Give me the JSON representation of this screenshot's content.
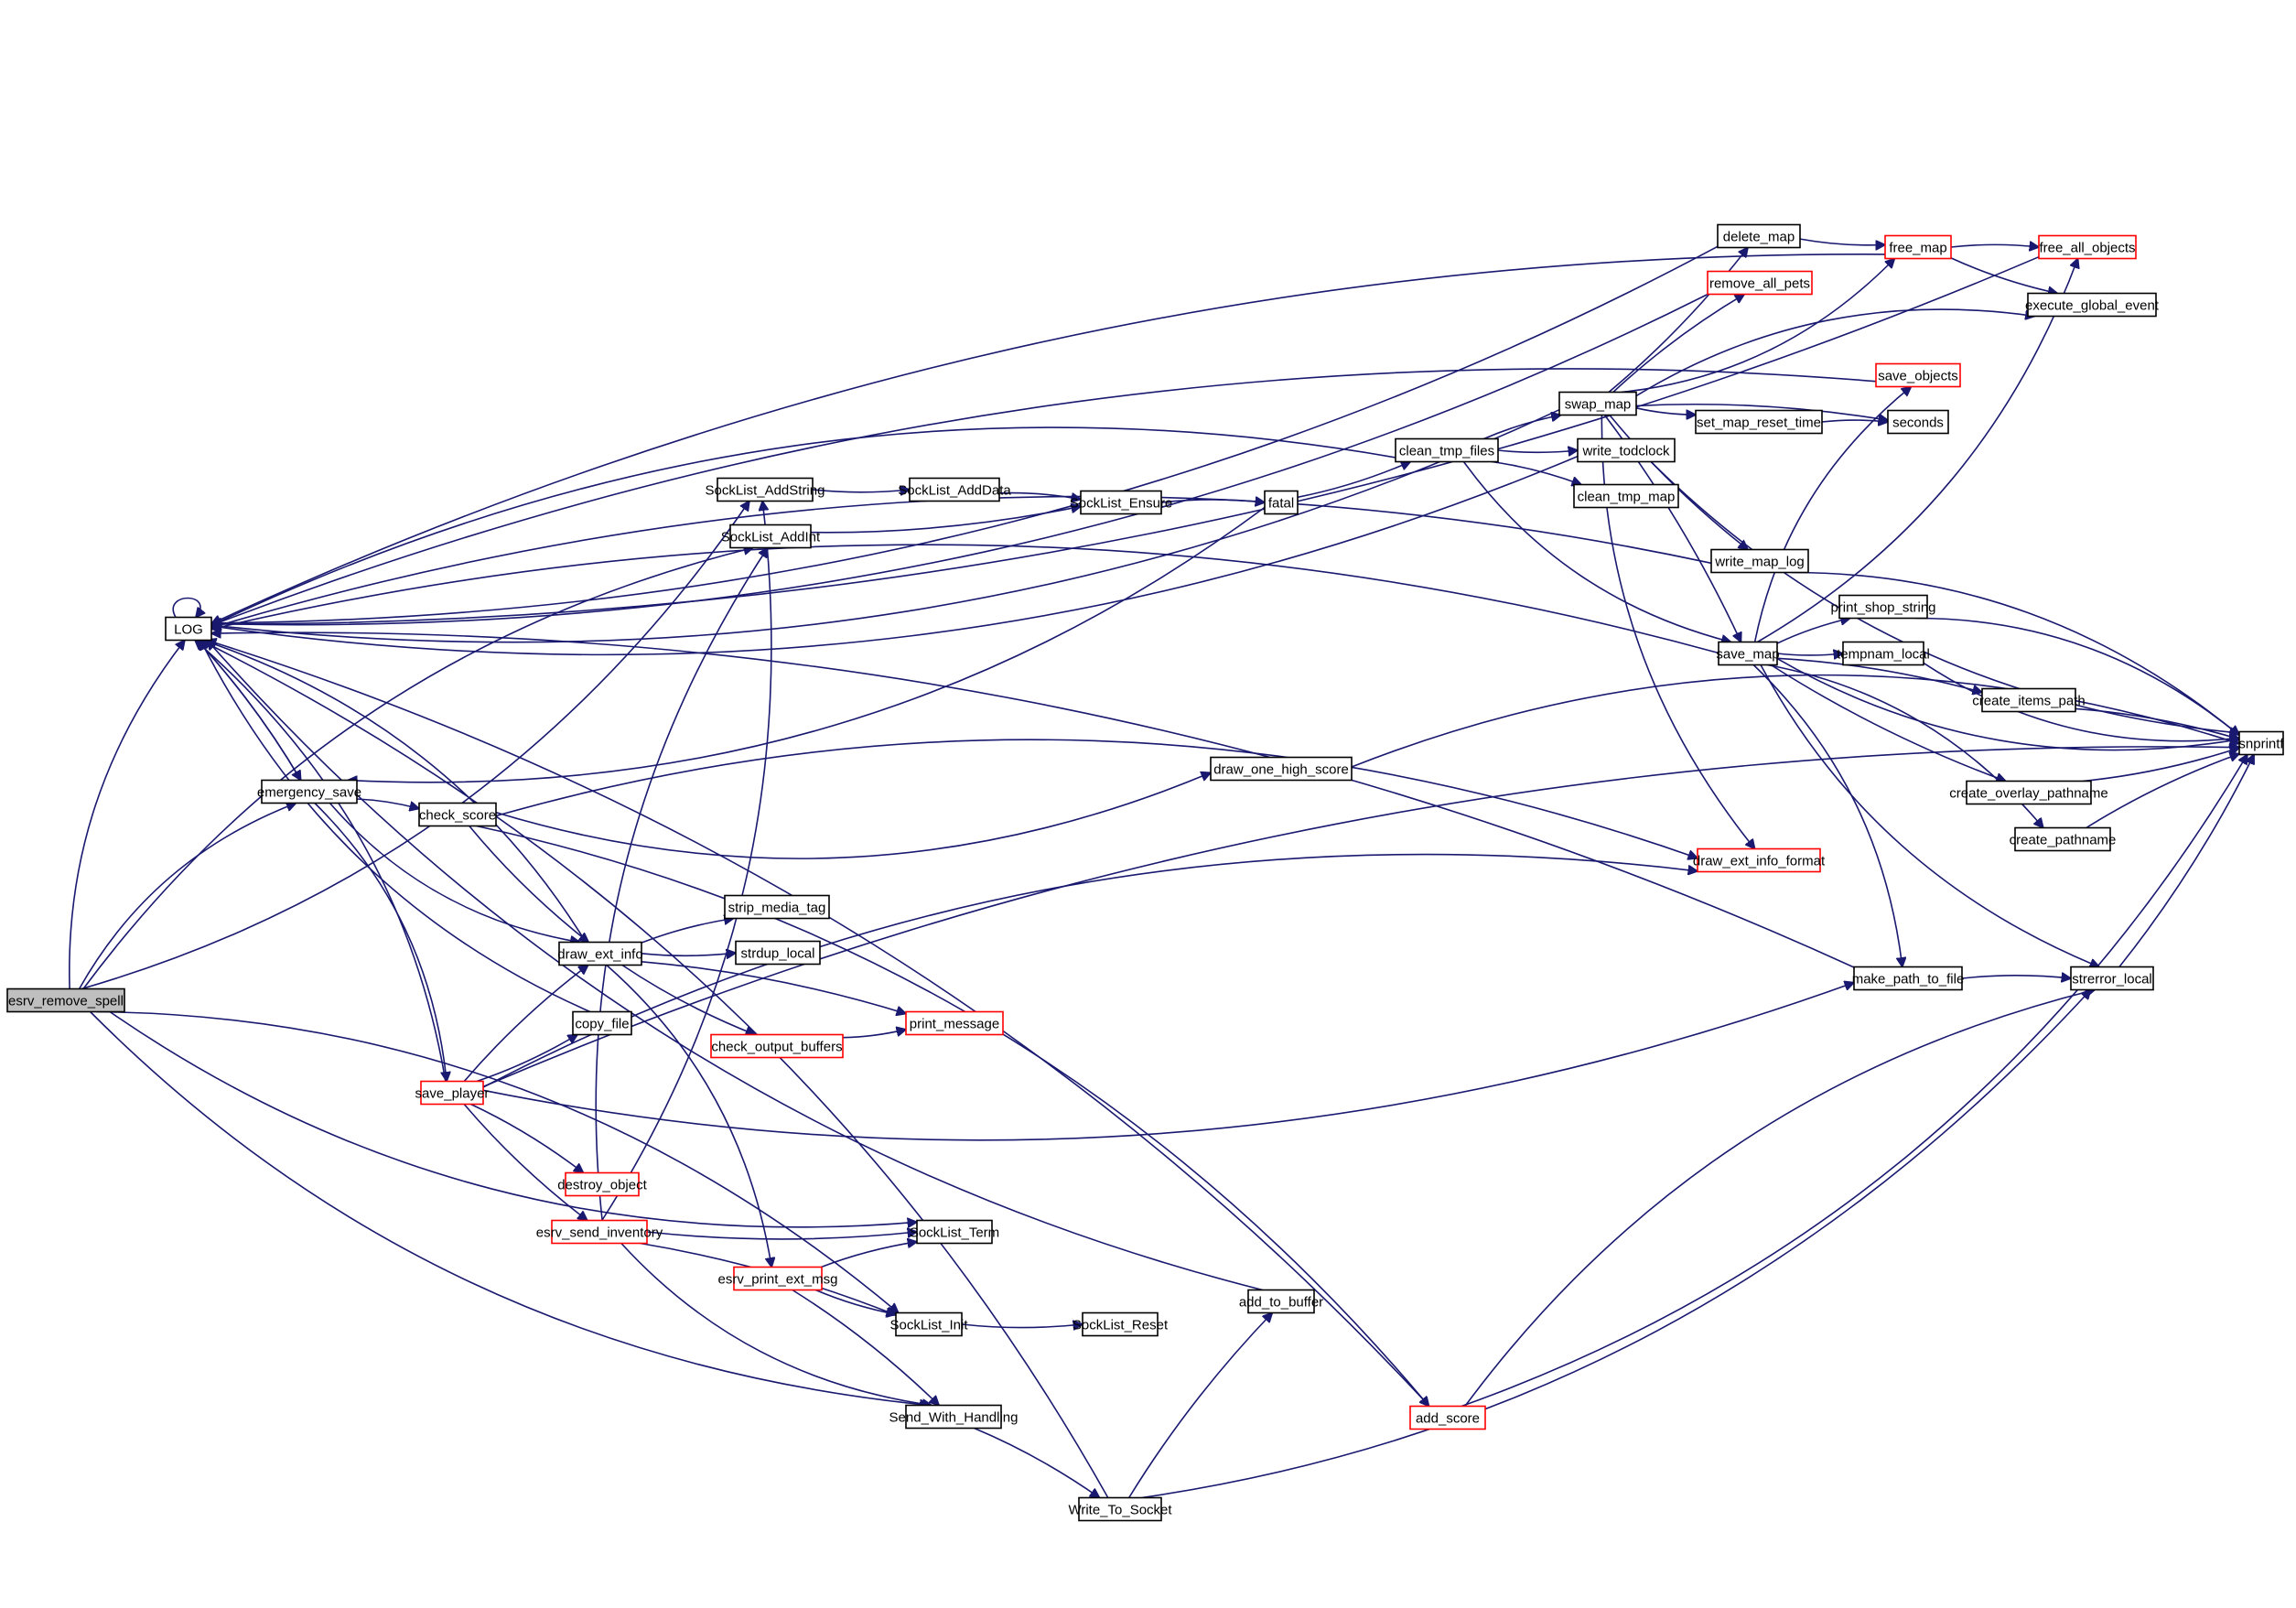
{
  "title": "Call graph for esrv_remove_spell",
  "colors": {
    "edge": "#191970",
    "node_border": "#000000",
    "truncated_border": "#ff0000",
    "root_fill": "#bfbfbf"
  },
  "nodes": [
    {
      "id": "esrv_remove_spell",
      "label": "esrv_remove_spell",
      "style": "root"
    },
    {
      "id": "LOG",
      "label": "LOG",
      "style": "normal"
    },
    {
      "id": "emergency_save",
      "label": "emergency_save",
      "style": "normal"
    },
    {
      "id": "check_score",
      "label": "check_score",
      "style": "normal"
    },
    {
      "id": "draw_ext_info",
      "label": "draw_ext_info",
      "style": "normal"
    },
    {
      "id": "copy_file",
      "label": "copy_file",
      "style": "normal"
    },
    {
      "id": "save_player",
      "label": "save_player",
      "style": "truncated"
    },
    {
      "id": "destroy_object",
      "label": "destroy_object",
      "style": "truncated"
    },
    {
      "id": "esrv_send_inventory",
      "label": "esrv_send_inventory",
      "style": "truncated"
    },
    {
      "id": "esrv_print_ext_msg",
      "label": "esrv_print_ext_msg",
      "style": "truncated"
    },
    {
      "id": "SockList_AddString",
      "label": "SockList_AddString",
      "style": "normal"
    },
    {
      "id": "SockList_AddInt",
      "label": "SockList_AddInt",
      "style": "normal"
    },
    {
      "id": "SockList_AddData",
      "label": "SockList_AddData",
      "style": "normal"
    },
    {
      "id": "SockList_Ensure",
      "label": "SockList_Ensure",
      "style": "normal"
    },
    {
      "id": "fatal",
      "label": "fatal",
      "style": "normal"
    },
    {
      "id": "strip_media_tag",
      "label": "strip_media_tag",
      "style": "normal"
    },
    {
      "id": "strdup_local",
      "label": "strdup_local",
      "style": "normal"
    },
    {
      "id": "check_output_buffers",
      "label": "check_output_buffers",
      "style": "truncated"
    },
    {
      "id": "print_message",
      "label": "print_message",
      "style": "truncated"
    },
    {
      "id": "SockList_Term",
      "label": "SockList_Term",
      "style": "normal"
    },
    {
      "id": "SockList_Init",
      "label": "SockList_Init",
      "style": "normal"
    },
    {
      "id": "SockList_Reset",
      "label": "SockList_Reset",
      "style": "normal"
    },
    {
      "id": "Send_With_Handling",
      "label": "Send_With_Handling",
      "style": "normal"
    },
    {
      "id": "Write_To_Socket",
      "label": "Write_To_Socket",
      "style": "normal"
    },
    {
      "id": "add_to_buffer",
      "label": "add_to_buffer",
      "style": "normal"
    },
    {
      "id": "add_score",
      "label": "add_score",
      "style": "truncated"
    },
    {
      "id": "draw_one_high_score",
      "label": "draw_one_high_score",
      "style": "normal"
    },
    {
      "id": "clean_tmp_files",
      "label": "clean_tmp_files",
      "style": "normal"
    },
    {
      "id": "write_todclock",
      "label": "write_todclock",
      "style": "normal"
    },
    {
      "id": "clean_tmp_map",
      "label": "clean_tmp_map",
      "style": "normal"
    },
    {
      "id": "swap_map",
      "label": "swap_map",
      "style": "normal"
    },
    {
      "id": "delete_map",
      "label": "delete_map",
      "style": "normal"
    },
    {
      "id": "remove_all_pets",
      "label": "remove_all_pets",
      "style": "truncated"
    },
    {
      "id": "free_map",
      "label": "free_map",
      "style": "truncated"
    },
    {
      "id": "free_all_objects",
      "label": "free_all_objects",
      "style": "truncated"
    },
    {
      "id": "execute_global_event",
      "label": "execute_global_event",
      "style": "normal"
    },
    {
      "id": "save_objects",
      "label": "save_objects",
      "style": "truncated"
    },
    {
      "id": "set_map_reset_time",
      "label": "set_map_reset_time",
      "style": "normal"
    },
    {
      "id": "seconds",
      "label": "seconds",
      "style": "normal"
    },
    {
      "id": "write_map_log",
      "label": "write_map_log",
      "style": "normal"
    },
    {
      "id": "save_map",
      "label": "save_map",
      "style": "normal"
    },
    {
      "id": "print_shop_string",
      "label": "print_shop_string",
      "style": "normal"
    },
    {
      "id": "tempnam_local",
      "label": "tempnam_local",
      "style": "normal"
    },
    {
      "id": "create_items_path",
      "label": "create_items_path",
      "style": "normal"
    },
    {
      "id": "create_overlay_pathname",
      "label": "create_overlay_pathname",
      "style": "normal"
    },
    {
      "id": "create_pathname",
      "label": "create_pathname",
      "style": "normal"
    },
    {
      "id": "snprintf",
      "label": "snprintf",
      "style": "normal"
    },
    {
      "id": "draw_ext_info_format",
      "label": "draw_ext_info_format",
      "style": "truncated"
    },
    {
      "id": "make_path_to_file",
      "label": "make_path_to_file",
      "style": "normal"
    },
    {
      "id": "strerror_local",
      "label": "strerror_local",
      "style": "normal"
    }
  ],
  "edges": [
    [
      "esrv_remove_spell",
      "LOG"
    ],
    [
      "esrv_remove_spell",
      "SockList_AddString"
    ],
    [
      "esrv_remove_spell",
      "SockList_AddInt"
    ],
    [
      "esrv_remove_spell",
      "SockList_Term"
    ],
    [
      "esrv_remove_spell",
      "SockList_Init"
    ],
    [
      "esrv_remove_spell",
      "Send_With_Handling"
    ],
    [
      "esrv_remove_spell",
      "emergency_save"
    ],
    [
      "LOG",
      "LOG"
    ],
    [
      "LOG",
      "emergency_save"
    ],
    [
      "emergency_save",
      "LOG"
    ],
    [
      "emergency_save",
      "check_score"
    ],
    [
      "emergency_save",
      "draw_ext_info"
    ],
    [
      "emergency_save",
      "save_player"
    ],
    [
      "check_score",
      "draw_one_high_score"
    ],
    [
      "check_score",
      "draw_ext_info_format"
    ],
    [
      "check_score",
      "draw_ext_info"
    ],
    [
      "check_score",
      "add_score"
    ],
    [
      "draw_ext_info",
      "LOG"
    ],
    [
      "draw_ext_info",
      "strip_media_tag"
    ],
    [
      "draw_ext_info",
      "strdup_local"
    ],
    [
      "draw_ext_info",
      "print_message"
    ],
    [
      "draw_ext_info",
      "check_output_buffers"
    ],
    [
      "draw_ext_info",
      "esrv_print_ext_msg"
    ],
    [
      "check_output_buffers",
      "print_message"
    ],
    [
      "copy_file",
      "LOG"
    ],
    [
      "save_player",
      "LOG"
    ],
    [
      "save_player",
      "draw_ext_info"
    ],
    [
      "save_player",
      "copy_file"
    ],
    [
      "save_player",
      "destroy_object"
    ],
    [
      "save_player",
      "esrv_send_inventory"
    ],
    [
      "save_player",
      "draw_ext_info_format"
    ],
    [
      "save_player",
      "make_path_to_file"
    ],
    [
      "save_player",
      "snprintf"
    ],
    [
      "esrv_send_inventory",
      "SockList_AddString"
    ],
    [
      "esrv_send_inventory",
      "SockList_AddInt"
    ],
    [
      "esrv_send_inventory",
      "SockList_Term"
    ],
    [
      "esrv_send_inventory",
      "SockList_Init"
    ],
    [
      "esrv_send_inventory",
      "Send_With_Handling"
    ],
    [
      "esrv_print_ext_msg",
      "SockList_Term"
    ],
    [
      "esrv_print_ext_msg",
      "SockList_Init"
    ],
    [
      "esrv_print_ext_msg",
      "Send_With_Handling"
    ],
    [
      "SockList_AddString",
      "SockList_AddData"
    ],
    [
      "SockList_AddData",
      "SockList_Ensure"
    ],
    [
      "SockList_AddInt",
      "SockList_Ensure"
    ],
    [
      "SockList_Ensure",
      "fatal"
    ],
    [
      "fatal",
      "clean_tmp_files"
    ],
    [
      "fatal",
      "emergency_save"
    ],
    [
      "SockList_Init",
      "SockList_Reset"
    ],
    [
      "Send_With_Handling",
      "Write_To_Socket"
    ],
    [
      "Write_To_Socket",
      "LOG"
    ],
    [
      "Write_To_Socket",
      "add_to_buffer"
    ],
    [
      "Write_To_Socket",
      "strerror_local"
    ],
    [
      "add_to_buffer",
      "LOG"
    ],
    [
      "add_score",
      "LOG"
    ],
    [
      "add_score",
      "strerror_local"
    ],
    [
      "add_score",
      "snprintf"
    ],
    [
      "draw_one_high_score",
      "snprintf"
    ],
    [
      "clean_tmp_files",
      "LOG"
    ],
    [
      "clean_tmp_files",
      "swap_map"
    ],
    [
      "clean_tmp_files",
      "write_todclock"
    ],
    [
      "clean_tmp_files",
      "clean_tmp_map"
    ],
    [
      "clean_tmp_files",
      "save_map"
    ],
    [
      "write_todclock",
      "LOG"
    ],
    [
      "write_todclock",
      "snprintf"
    ],
    [
      "swap_map",
      "LOG"
    ],
    [
      "swap_map",
      "delete_map"
    ],
    [
      "swap_map",
      "remove_all_pets"
    ],
    [
      "swap_map",
      "free_map"
    ],
    [
      "swap_map",
      "execute_global_event"
    ],
    [
      "swap_map",
      "set_map_reset_time"
    ],
    [
      "swap_map",
      "seconds"
    ],
    [
      "swap_map",
      "write_map_log"
    ],
    [
      "swap_map",
      "save_map"
    ],
    [
      "swap_map",
      "draw_ext_info_format"
    ],
    [
      "delete_map",
      "LOG"
    ],
    [
      "delete_map",
      "free_map"
    ],
    [
      "remove_all_pets",
      "LOG"
    ],
    [
      "free_map",
      "LOG"
    ],
    [
      "free_map",
      "free_all_objects"
    ],
    [
      "free_map",
      "execute_global_event"
    ],
    [
      "free_all_objects",
      "LOG"
    ],
    [
      "save_objects",
      "LOG"
    ],
    [
      "set_map_reset_time",
      "seconds"
    ],
    [
      "write_map_log",
      "LOG"
    ],
    [
      "write_map_log",
      "snprintf"
    ],
    [
      "save_map",
      "LOG"
    ],
    [
      "save_map",
      "save_objects"
    ],
    [
      "save_map",
      "free_all_objects"
    ],
    [
      "save_map",
      "print_shop_string"
    ],
    [
      "save_map",
      "tempnam_local"
    ],
    [
      "save_map",
      "create_items_path"
    ],
    [
      "save_map",
      "create_overlay_pathname"
    ],
    [
      "save_map",
      "create_pathname"
    ],
    [
      "save_map",
      "snprintf"
    ],
    [
      "save_map",
      "make_path_to_file"
    ],
    [
      "save_map",
      "strerror_local"
    ],
    [
      "print_shop_string",
      "snprintf"
    ],
    [
      "tempnam_local",
      "snprintf"
    ],
    [
      "create_items_path",
      "snprintf"
    ],
    [
      "create_overlay_pathname",
      "snprintf"
    ],
    [
      "create_pathname",
      "snprintf"
    ],
    [
      "make_path_to_file",
      "LOG"
    ],
    [
      "make_path_to_file",
      "strerror_local"
    ],
    [
      "strerror_local",
      "snprintf"
    ]
  ]
}
